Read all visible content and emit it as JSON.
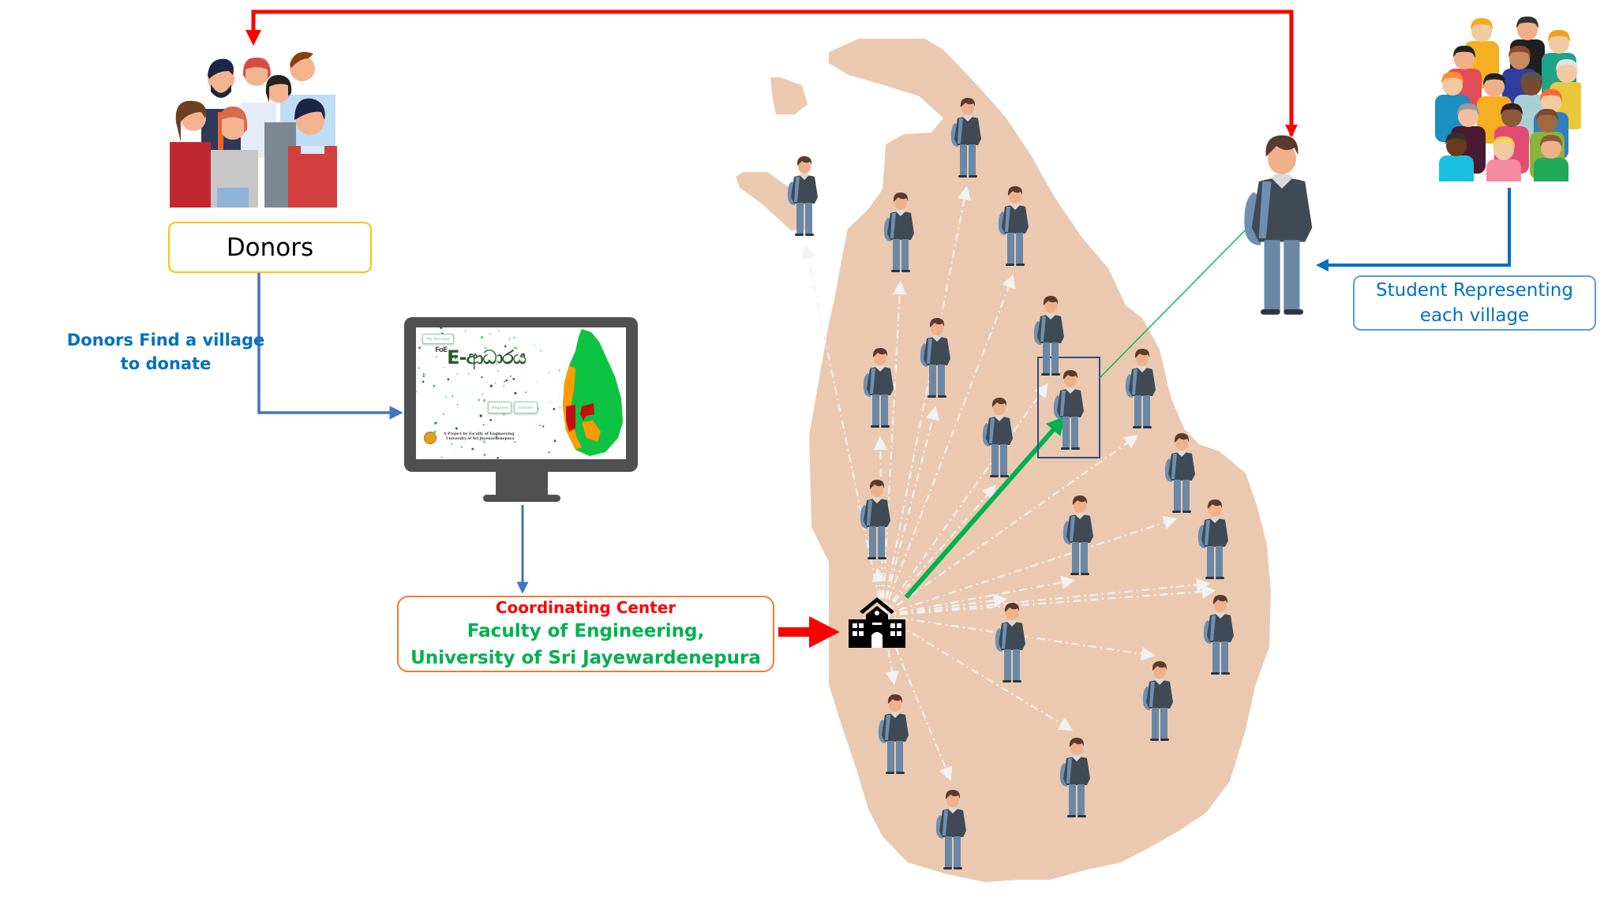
{
  "donors": {
    "label": "Donors",
    "image_icon": "donor-group-icon"
  },
  "flow_label_find": {
    "line1": "Donors Find a village",
    "line2": "to donate"
  },
  "website": {
    "icon": "monitor-icon",
    "screen": {
      "account_button": "My Account",
      "logo_prefix": "FoE",
      "logo_text": "E-ආධාරය",
      "request_button": "Request",
      "donate_button": "Donate",
      "credit_line1": "A Project by Faculty of Engineering",
      "credit_line2": "University of Sri Jayewardenepura",
      "map_legend_colors": [
        "#0ec244",
        "#ff9a00",
        "#c50f0f"
      ]
    }
  },
  "coordinating_center": {
    "title": "Coordinating Center",
    "line1": "Faculty of Engineering,",
    "line2": "University of Sri Jayewardenepura",
    "icon": "school-building-icon"
  },
  "student_representative": {
    "label_line1": "Student Representing",
    "label_line2": "each village",
    "icon": "student-icon"
  },
  "villagers": {
    "icon": "village-crowd-icon"
  },
  "map": {
    "region": "Sri Lanka",
    "student_count": 20,
    "highlighted_student_index": 8
  },
  "colors": {
    "map_fill": "#eac9b0",
    "donor_box_border": "#ffc000",
    "coord_box_border": "#ed7d31",
    "coord_title": "#ff0000",
    "coord_text": "#00b050",
    "flow_blue": "#4472c4",
    "label_blue": "#0070c0",
    "feedback_red": "#ff0000",
    "selection_arrow_green": "#00b050",
    "highlight_box": "#2f4b8a"
  }
}
